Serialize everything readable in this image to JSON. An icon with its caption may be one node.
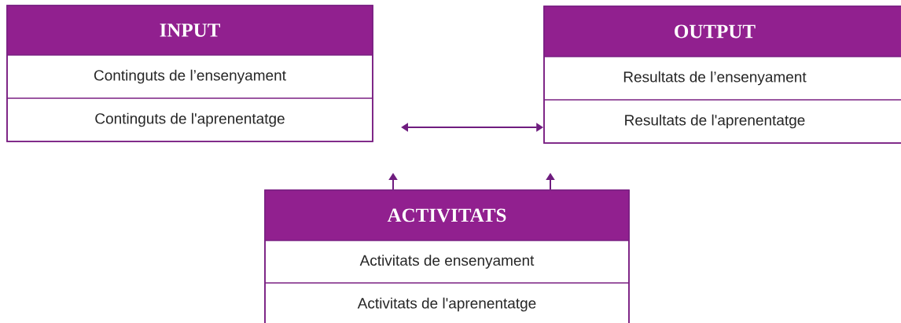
{
  "diagram": {
    "nodes": [
      {
        "text": [
          "INPUT",
          "Continguts de l’ensenyament",
          "Continguts de l'aprenentatge"
        ]
      },
      {
        "text": [
          "OUTPUT",
          "Resultats de l’ensenyament",
          "Resultats de l'aprenentatge"
        ]
      },
      {
        "text": [
          "ACTIVITATS",
          "Activitats de ensenyament",
          "Activitats de l'aprenentatge"
        ]
      }
    ],
    "edges": [
      {
        "from": null,
        "to": 1,
        "arrow": "both"
      },
      {
        "from": 2,
        "to": null,
        "arrow": "to"
      },
      {
        "from": 2,
        "to": null,
        "arrow": "to"
      }
    ]
  }
}
